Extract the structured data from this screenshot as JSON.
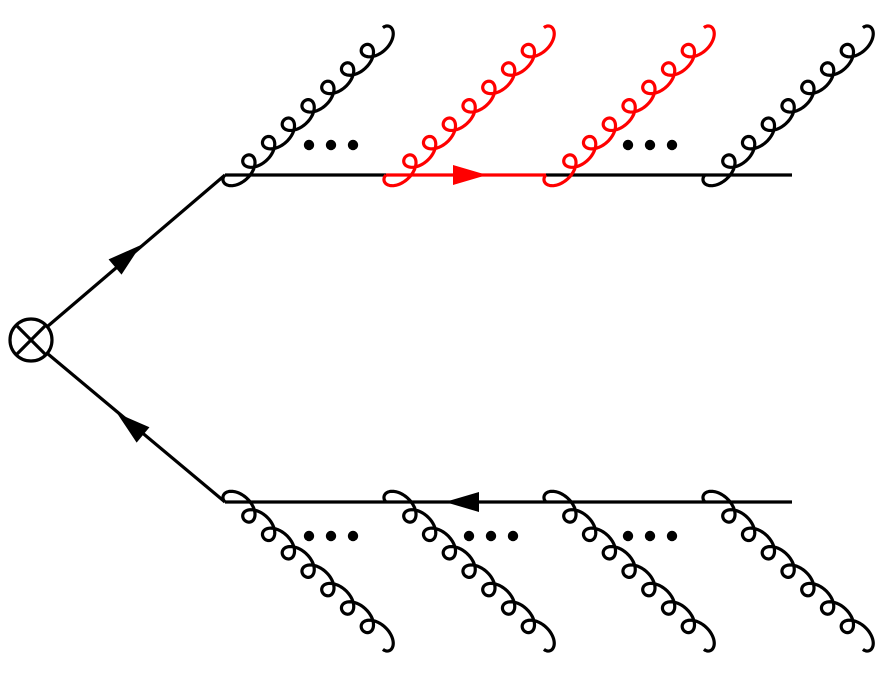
{
  "diagram": {
    "title": "",
    "colors": {
      "default": "#000000",
      "highlight": "#ff0000",
      "background": "#ffffff"
    },
    "vertex": {
      "symbol": "circled-times"
    },
    "quark_lines": {
      "incoming_quark": {
        "arrow": "toward-branch",
        "color": "default"
      },
      "incoming_antiquark": {
        "arrow": "toward-vertex",
        "color": "default"
      },
      "upper_line": {
        "segments": [
          {
            "color": "default"
          },
          {
            "color": "highlight",
            "arrow": "right"
          },
          {
            "color": "default"
          }
        ]
      },
      "lower_line": {
        "segments": [
          {
            "color": "default",
            "arrow": "left"
          }
        ]
      }
    },
    "upper_gluons": [
      {
        "color": "default",
        "direction": "up-right"
      },
      {
        "color": "highlight",
        "direction": "up-right"
      },
      {
        "color": "highlight",
        "direction": "up-right"
      },
      {
        "color": "default",
        "direction": "up-right"
      }
    ],
    "lower_gluons": [
      {
        "color": "default",
        "direction": "down-right"
      },
      {
        "color": "default",
        "direction": "down-right"
      },
      {
        "color": "default",
        "direction": "down-right"
      },
      {
        "color": "default",
        "direction": "down-right"
      }
    ],
    "ellipses": [
      {
        "symbol": "•••",
        "line": "upper"
      },
      {
        "symbol": "•••",
        "line": "upper"
      },
      {
        "symbol": "•••",
        "line": "lower"
      },
      {
        "symbol": "•••",
        "line": "lower"
      },
      {
        "symbol": "•••",
        "line": "lower"
      }
    ]
  }
}
